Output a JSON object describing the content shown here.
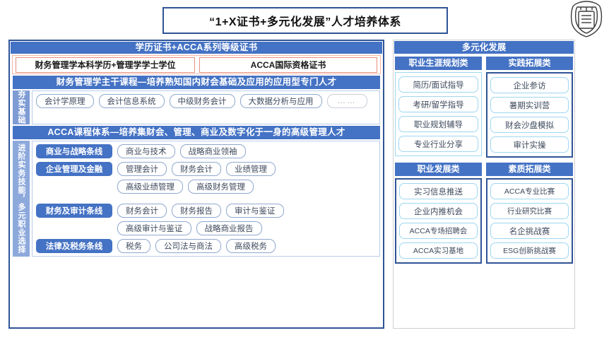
{
  "header": {
    "title": "“1+X证书+多元化发展”人才培养体系",
    "logo_name": "university-seal-logo"
  },
  "left_panel": {
    "top_bar": "学历证书+ACCA系列等级证书",
    "certificates": [
      {
        "label": "财务管理学本科学历+管理学学士学位"
      },
      {
        "label": "ACCA国际资格证书"
      }
    ],
    "sections": [
      {
        "bar": "财务管理学主干课程—培养熟知国内财会基础及应用的应用型专门人才",
        "side_label": "夯实基础",
        "rows": [
          {
            "category": "",
            "pills": [
              "会计学原理",
              "会计信息系统",
              "中级财务会计",
              "大数据分析与应用",
              "……"
            ]
          }
        ]
      },
      {
        "bar": "ACCA课程体系—培养集财会、管理、商业及数字化于一身的高级管理人才",
        "side_label": "进阶实务技能，多元职业选择",
        "rows": [
          {
            "category": "商业与战略条线",
            "pills": [
              "商业与技术",
              "战略商业领袖"
            ]
          },
          {
            "category": "企业管理及金融",
            "pills": [
              "管理会计",
              "财务会计",
              "业绩管理"
            ]
          },
          {
            "category": "",
            "pills": [
              "高级业绩管理",
              "高级财务管理"
            ]
          },
          {
            "category": "财务及审计条线",
            "pills": [
              "财务会计",
              "财务报告",
              "审计与鉴证"
            ]
          },
          {
            "category": "",
            "pills": [
              "高级审计与鉴证",
              "战略商业报告"
            ]
          },
          {
            "category": "法律及税务条线",
            "pills": [
              "税务",
              "公司法与商法",
              "高级税务"
            ]
          }
        ]
      }
    ]
  },
  "right_panel": {
    "top_bar": "多元化发展",
    "columns": [
      {
        "head": "职业生涯规划类",
        "items": [
          "简历/面试指导",
          "考研/留学指导",
          "职业规划辅导",
          "专业行业分享"
        ]
      },
      {
        "head": "实践拓展类",
        "items": [
          "企业参访",
          "暑期实训营",
          "财会沙盘模拟",
          "审计实操"
        ]
      },
      {
        "head": "职业发展类",
        "items": [
          "实习信息推送",
          "企业内推机会",
          "ACCA专场招聘会",
          "ACCA实习基地"
        ]
      },
      {
        "head": "素质拓展类",
        "items": [
          "ACCA专业比赛",
          "行业研究比赛",
          "名企挑战赛",
          "ESG创新挑战赛"
        ]
      }
    ]
  },
  "colors": {
    "header_blue": "#4472C4",
    "title_border": "#2F5496",
    "salmon_outer": "#F3B5A8",
    "salmon_inner": "#E8907C",
    "vbar_blue": "#7E9BD4",
    "pill_border": "#8FA8CE",
    "rpill_border": "#9ED7F0"
  }
}
